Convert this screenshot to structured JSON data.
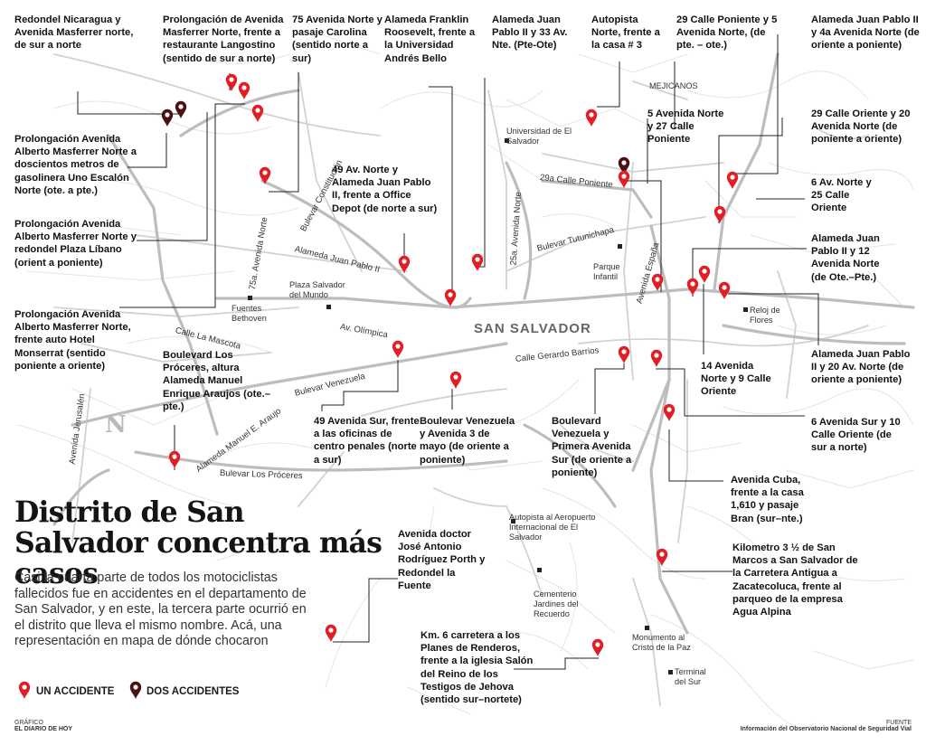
{
  "title": "Distrito de San Salvador concentra más casos",
  "intro": "Casi la cuarta parte de todos los motociclistas fallecidos fue en accidentes en el departamento de San Salvador, y en este, la tercera parte ocurrió en el distrito que lleva el mismo nombre. Acá, una representación en mapa de dónde chocaron",
  "legend": {
    "one": "UN ACCIDENTE",
    "two": "DOS ACCIDENTES"
  },
  "colors": {
    "one": "#e21e24",
    "two": "#4a1112"
  },
  "north_symbol": "N",
  "credit": {
    "label": "GRÁFICO",
    "value": "EL DIARIO DE HOY"
  },
  "source": {
    "label": "FUENTE",
    "value": "Información del Observatorio Nacional de Seguridad Vial"
  },
  "city_label": "SAN SALVADOR",
  "labels": [
    "Redondel Nicaragua y Avenida Masferrer norte, de sur a norte",
    "Prolongación de Avenida Masferrer Norte, frente a restaurante Langostino (sentido de sur a norte)",
    "75 Avenida Norte y pasaje Carolina (sentido norte a sur)",
    "Alameda Franklin Roosevelt, frente a la Universidad Andrés Bello",
    "Alameda Juan Pablo II y 33 Av. Nte. (Pte-Ote)",
    "Autopista Norte, frente a la casa # 3",
    "29 Calle Poniente y 5 Avenida Norte, (de pte. – ote.)",
    "Alameda Juan Pablo II y 4a Avenida Norte (de oriente a poniente)",
    "Prolongación Avenida Alberto Masferrer Norte a doscientos metros de gasolinera Uno Escalón Norte (ote. a pte.)",
    "Prolongación Avenida Alberto Masferrer Norte y redondel Plaza Líbano (orient a poniente)",
    "Prolongación Avenida Alberto Masferrer Norte, frente auto Hotel Monserrat (sentido poniente a oriente)",
    "49 Av. Norte y Alameda Juan Pablo II, frente a Office Depot (de norte a sur)",
    "5 Avenida Norte y 27 Calle Poniente",
    "29 Calle Oriente y 20 Avenida Norte (de poniente a oriente)",
    "6 Av. Norte y 25 Calle Oriente",
    "Alameda Juan Pablo II y 12 Avenida Norte (de Ote.–Pte.)",
    "Alameda Juan Pablo II y 20 Av. Norte (de oriente a poniente)",
    "14 Avenida Norte y 9 Calle Oriente",
    "6 Avenida Sur y 10 Calle Oriente (de sur a norte)",
    "Boulevard Los Próceres, altura Alameda Manuel Enrique Araujos (ote.–pte.)",
    "49 Avenida Sur, frente a las oficinas de centro penales (norte a sur)",
    "Boulevar Venezuela y Avenida 3 de mayo (de oriente a poniente)",
    "Boulevard Venezuela y Primera Avenida Sur (de oriente a poniente)",
    "Avenida Cuba, frente a la casa 1,610 y pasaje Bran (sur–nte.)",
    "Kilometro 3 ½ de San Marcos a San Salvador de la Carretera Antigua a Zacatecoluca, frente al parqueo de la empresa Agua Alpina",
    "Avenida doctor José Antonio Rodríguez Porth y Redondel la Fuente",
    "Km. 6 carretera a los Planes de Renderos, frente a la iglesia Salón del Reino de los Testigos de Jehova (sentido sur–nortete)"
  ],
  "streets": [
    "Alameda Juan Pablo II",
    "Bulevar Constitución",
    "75a. Avenida Norte",
    "Av. Olímpica",
    "Calle La Mascota",
    "Bulevar Venezuela",
    "Alameda Manuel E. Araujo",
    "Bulevar Los Próceres",
    "Avenida Jerusalén",
    "25a. Avenida Norte",
    "Bulevar Tutunichapa",
    "29a Calle Poniente",
    "Avenida España",
    "Calle Gerardo Barrios"
  ],
  "places": [
    "MEJICANOS",
    "Universidad de El Salvador",
    "Plaza Salvador del Mundo",
    "Fuentes Bethoven",
    "Parque Infantil",
    "Reloj de Flores",
    "Autopista al Aeropuerto Internacional de El Salvador",
    "Cementerio Jardines del Recuerdo",
    "Monumento al Cristo de la Paz",
    "Terminal del Sur"
  ]
}
